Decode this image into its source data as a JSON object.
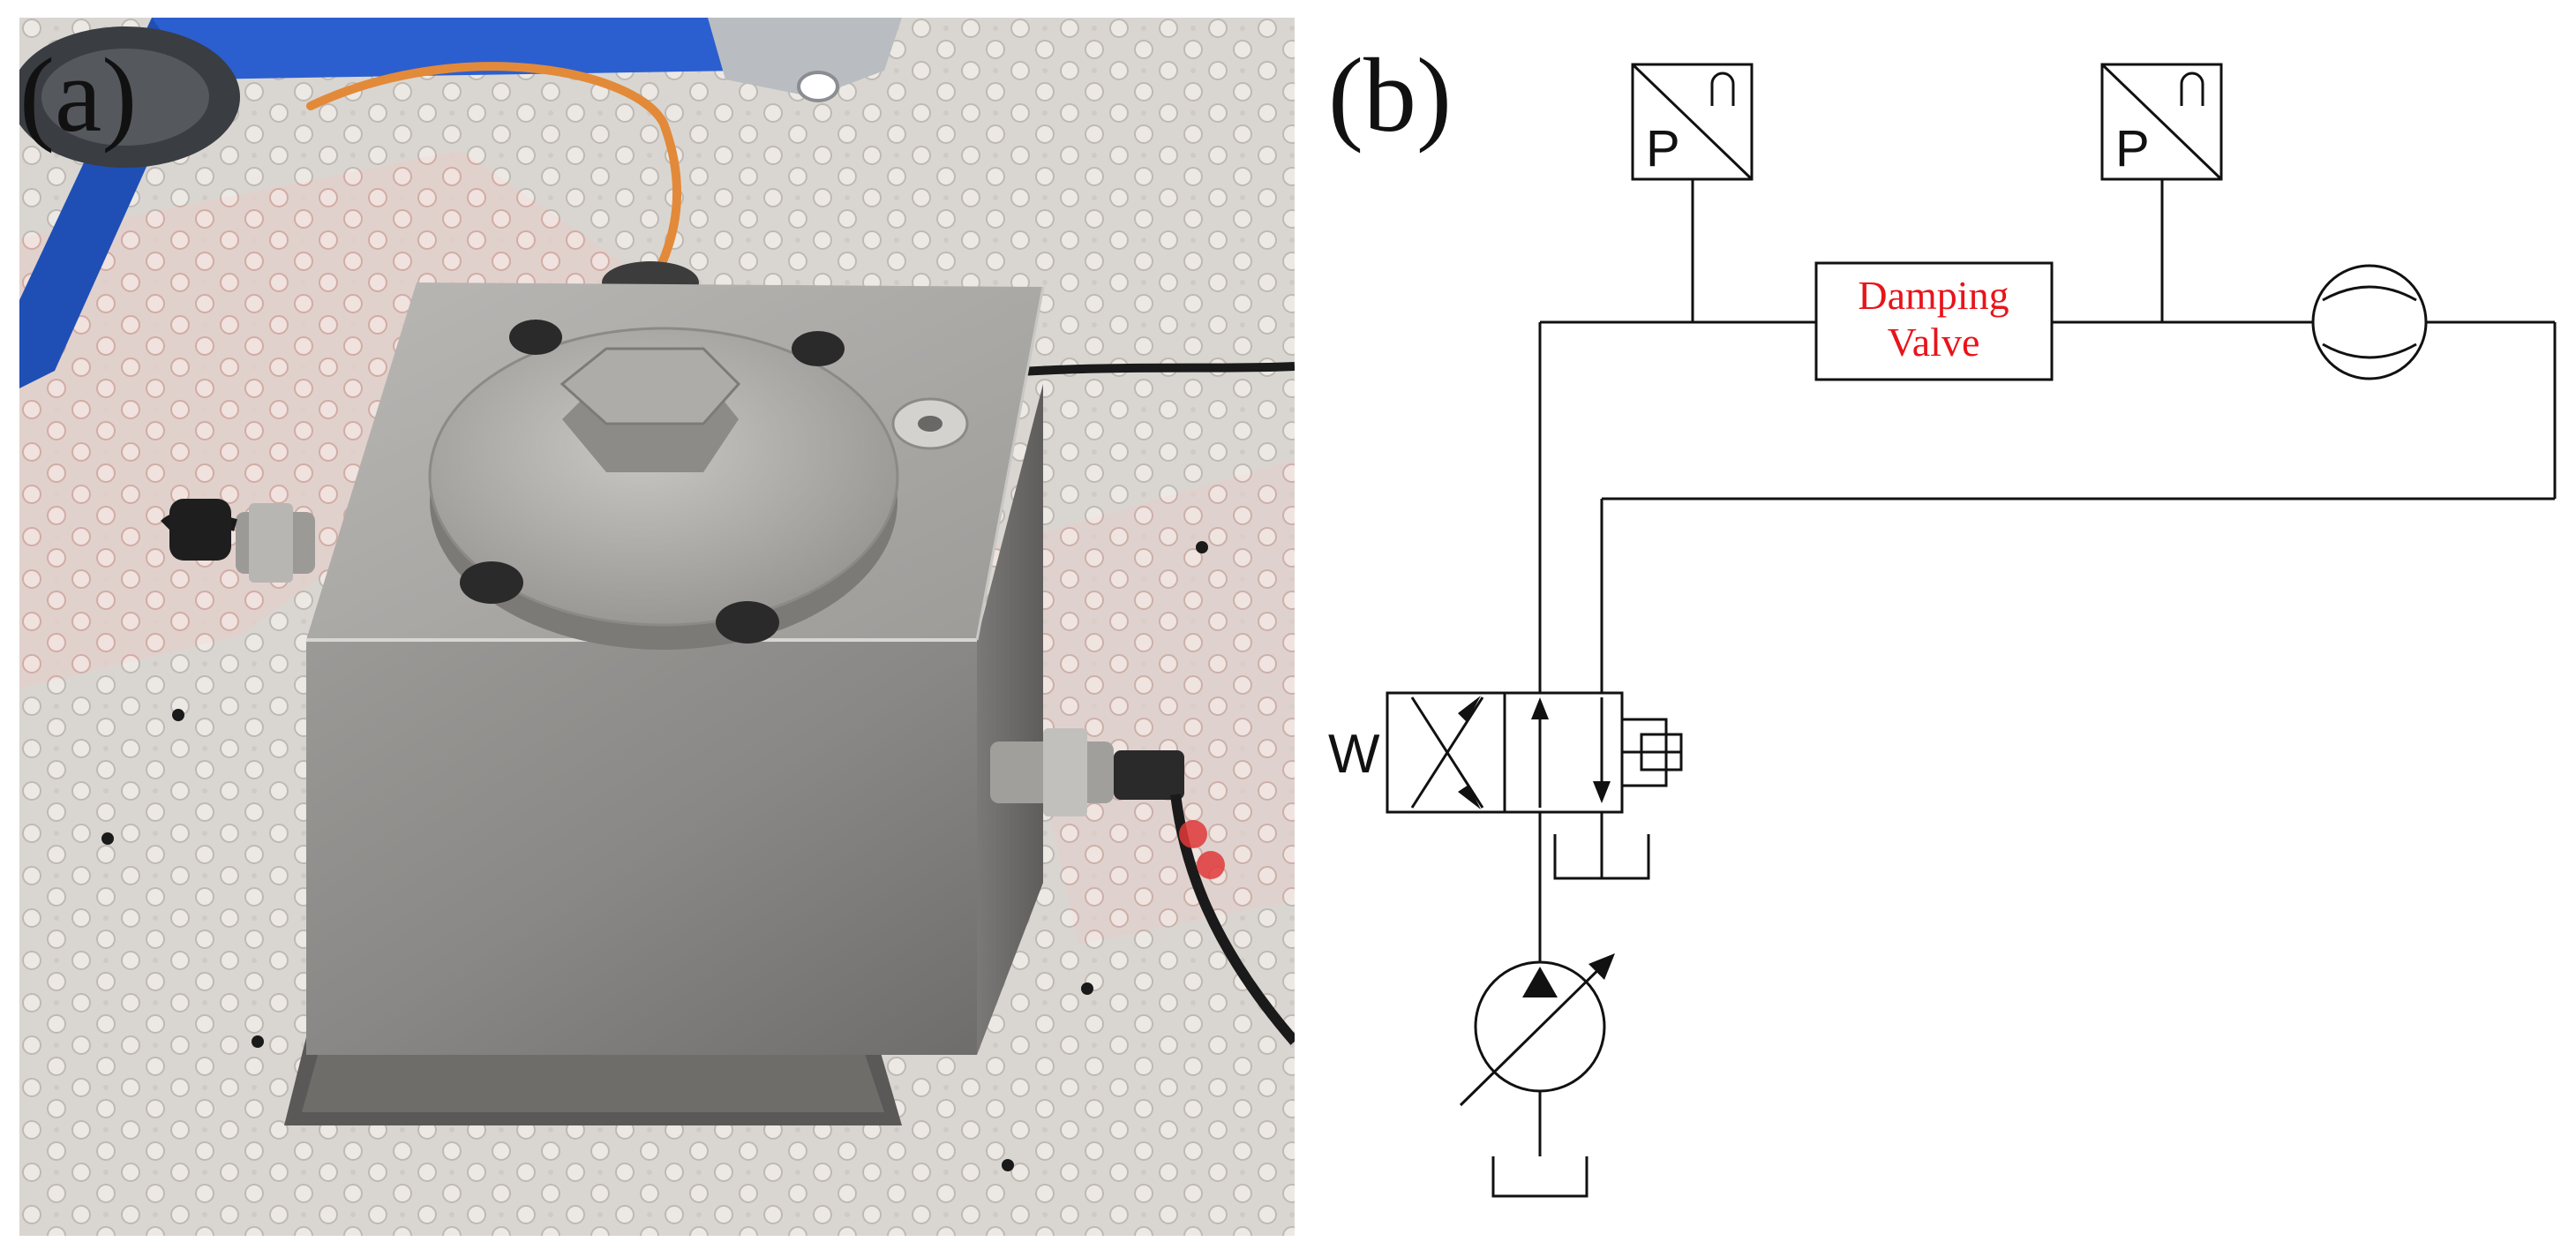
{
  "figure": {
    "panel_a_label": "(a)",
    "panel_b_label": "(b)"
  },
  "diagram": {
    "pressure_sensor_letter": "P",
    "damping_valve_line1": "Damping",
    "damping_valve_line2": "Valve",
    "solenoid_valve_spring_letter": "W",
    "accent_color": "#e8141b"
  }
}
